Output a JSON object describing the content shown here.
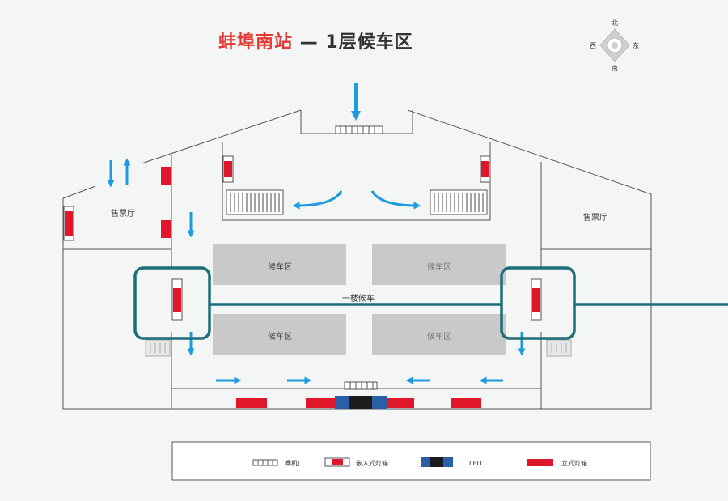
{
  "title": {
    "station": "蚌埠南站",
    "separator": "—",
    "floor": "1层候车区"
  },
  "compass": {
    "north": "北",
    "south": "南",
    "east": "东",
    "west": "西"
  },
  "areas": {
    "ticket_hall_left": "售票厅",
    "ticket_hall_right": "售票厅",
    "waiting_tl": "候车区",
    "waiting_tr": "候车区",
    "waiting_bl": "候车区",
    "waiting_br": "候车区",
    "corridor": "一楼候车"
  },
  "legend": {
    "gate": "闸机口",
    "embedded_lightbox": "嵌入式灯箱",
    "led": "LED",
    "standing_lightbox": "立式灯箱"
  },
  "colors": {
    "arrow": "#1e9be0",
    "lightbox": "#e0162a",
    "highlight": "#1c6e7a",
    "waiting_block": "#c9c9c9",
    "led": "#2a5fa8",
    "title_red": "#e53935"
  }
}
